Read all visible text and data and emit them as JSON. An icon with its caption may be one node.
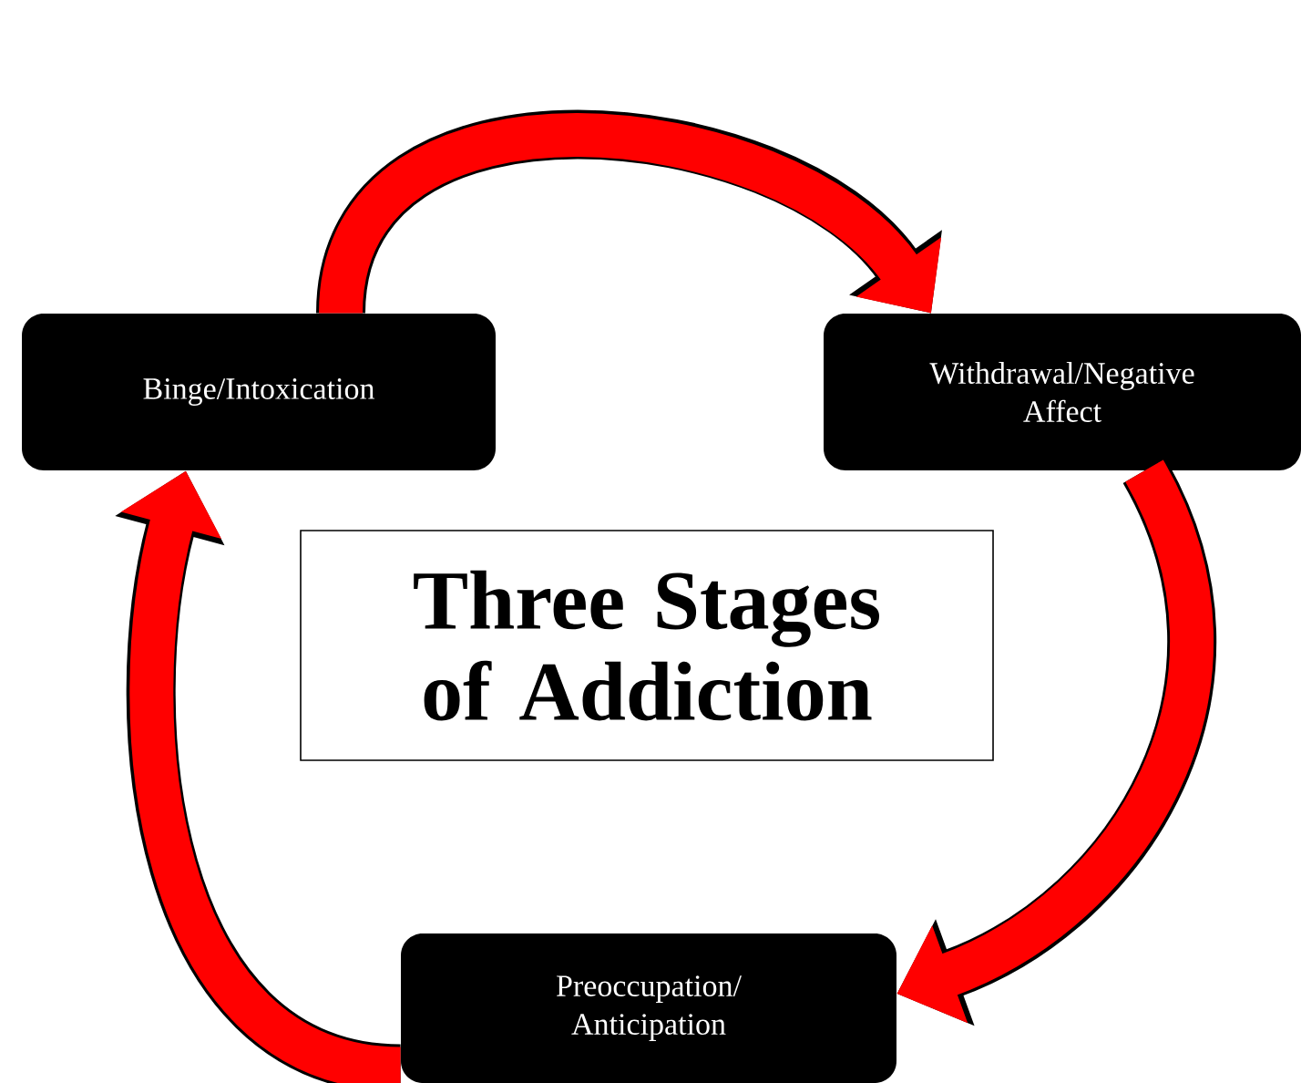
{
  "diagram": {
    "title": "Three Stages of Addiction",
    "nodes": [
      {
        "text": [
          "Binge/Intoxication"
        ]
      },
      {
        "text": [
          "Withdrawal/Negative Affect"
        ]
      },
      {
        "text": [
          "Preoccupation/ Anticipation"
        ]
      }
    ],
    "edges": [
      {
        "from": 0,
        "to": 1,
        "arrow": "to"
      },
      {
        "from": 1,
        "to": 2,
        "arrow": "to"
      },
      {
        "from": 2,
        "to": 0,
        "arrow": "to"
      }
    ]
  }
}
